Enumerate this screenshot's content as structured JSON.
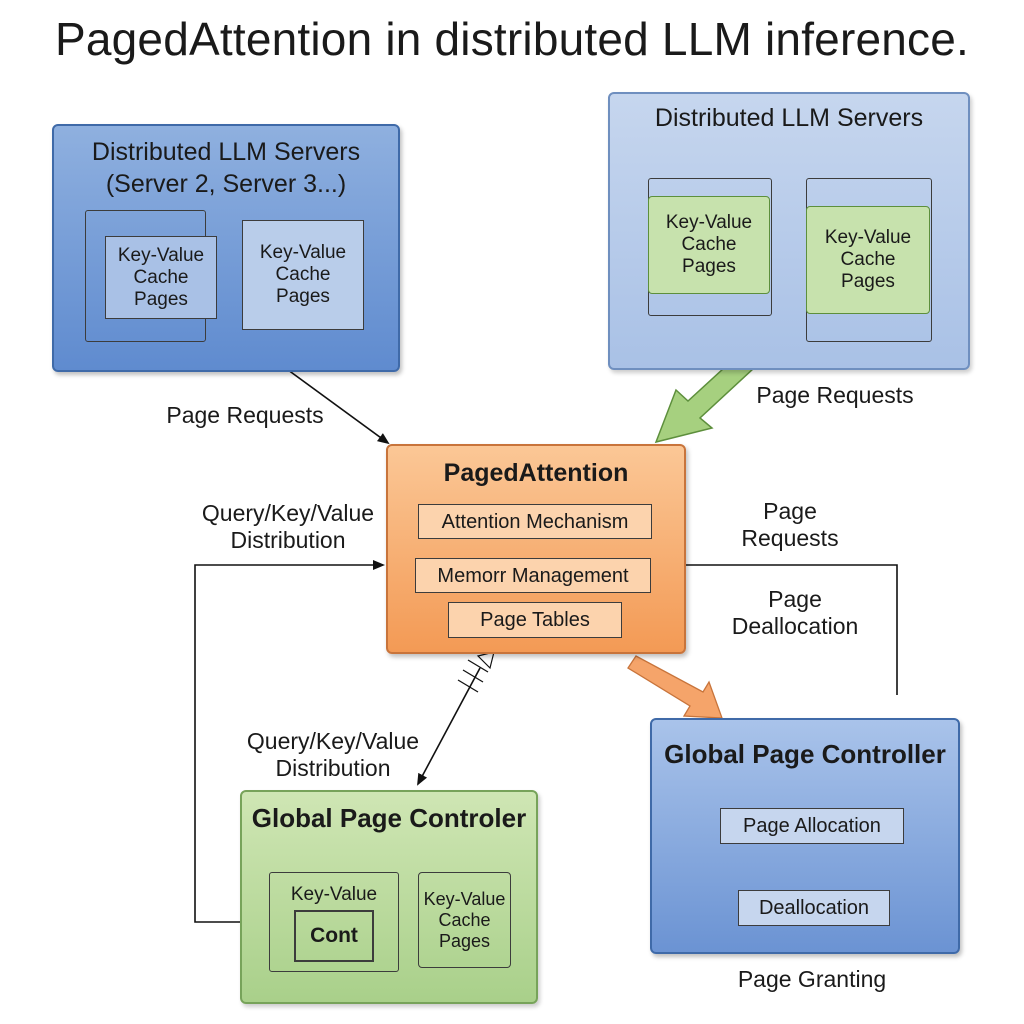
{
  "title": "PagedAttention in distributed LLM inference.",
  "left_servers": {
    "title_line1": "Distributed LLM Servers",
    "title_line2": "(Server 2, Server 3...)",
    "cache_a": [
      "Key-Value",
      "Cache",
      "Pages"
    ],
    "cache_b": [
      "Key-Value",
      "Cache",
      "Pages"
    ]
  },
  "right_servers": {
    "title": "Distributed LLM Servers",
    "cache_a": [
      "Key-Value",
      "Cache",
      "Pages"
    ],
    "cache_b": [
      "Key-Value",
      "Cache",
      "Pages"
    ]
  },
  "paged_attention": {
    "title": "PagedAttention",
    "items": [
      "Attention Mechanism",
      "Memorr Management",
      "Page Tables"
    ]
  },
  "green_controller": {
    "title": "Global Page Controler",
    "kv_label": "Key-Value",
    "cont_label": "Cont",
    "cache": [
      "Key-Value",
      "Cache",
      "Pages"
    ]
  },
  "blue_controller": {
    "title": "Global Page Controller",
    "step1": "Page Allocation",
    "step2": "Deallocation"
  },
  "labels": {
    "page_requests_left": "Page Requests",
    "page_requests_right_top": "Page Requests",
    "qkv_top": [
      "Query/Key/Value",
      "Distribution"
    ],
    "page_requests_right": [
      "Page",
      "Requests"
    ],
    "page_deallocation": [
      "Page",
      "Deallocation"
    ],
    "qkv_bottom": [
      "Query/Key/Value",
      "Distribution"
    ],
    "page_granting": "Page Granting"
  },
  "colors": {
    "server_blue": "#5f8bcf",
    "server_light_blue": "#a9c1e6",
    "paged_orange": "#f39a55",
    "controller_green": "#a9d08a",
    "arrow_green": "#a6d07f",
    "arrow_orange": "#f5a46a"
  }
}
